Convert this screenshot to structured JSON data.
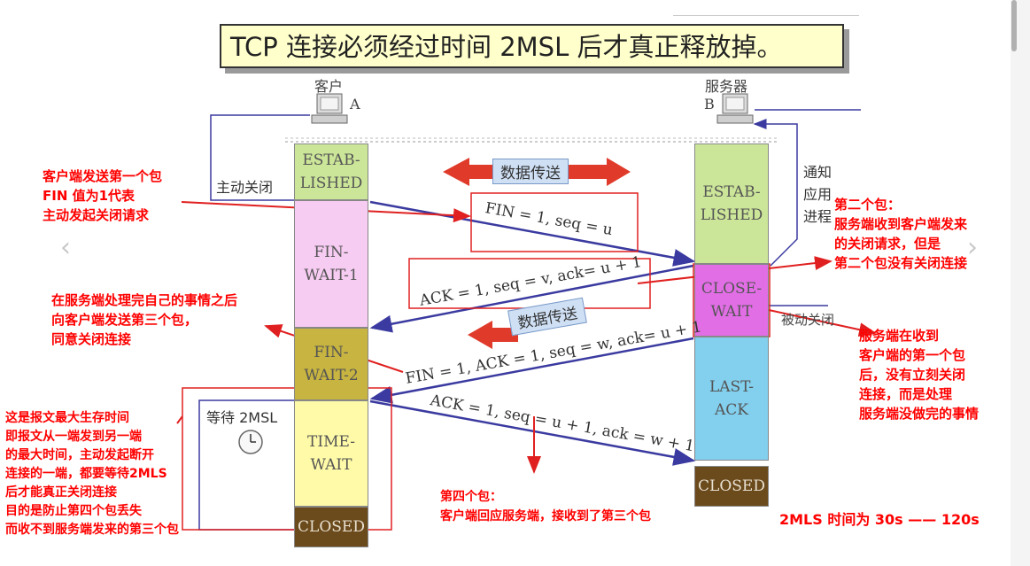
{
  "title": "TCP 连接必须经过时间 2MSL 后才真正释放掉。",
  "client": {
    "label": "客户",
    "id": "A"
  },
  "server": {
    "label": "服务器",
    "id": "B"
  },
  "client_states": [
    "ESTAB-\nLISHED",
    "FIN-\nWAIT-1",
    "FIN-\nWAIT-2",
    "TIME-\nWAIT",
    "CLOSED"
  ],
  "server_states": [
    "ESTAB-\nLISHED",
    "CLOSE-\nWAIT",
    "LAST-\nACK",
    "CLOSED"
  ],
  "active_close": "主动关闭",
  "passive_close": "被动关闭",
  "notify_process": "通知\n应用\n进程",
  "data_transfer": "数据传送",
  "wait_2msl": "等待 2MSL",
  "messages": {
    "fin1": "FIN = 1, seq = u",
    "ack1": "ACK = 1, seq = v, ack= u + 1",
    "fin2": "FIN = 1, ACK = 1, seq = w, ack= u + 1",
    "ack2": "ACK = 1, seq = u + 1, ack = w + 1"
  },
  "annotations": {
    "first_packet": "客户端发送第一个包\n FIN 值为1代表\n主动发起关闭请求",
    "second_packet": "第二个包：\n服务端收到客户端发来\n的关闭请求，但是\n第二个包没有关闭连接",
    "third_packet": "在服务端处理完自己的事情之后\n向客户端发送第三个包，\n同意关闭连接",
    "server_received": "服务端在收到\n  客户端的第一个包\n  后，没有立刻关闭\n  连接，而是处理\n  服务端没做完的事情",
    "msl_explain": "这是报文最大生存时间\n即报文从一端发到另一端\n的最大时间，主动发起断开\n连接的一端，都要等待2MLS\n后才能真正关闭连接\n目的是防止第四个包丢失\n而收不到服务端发来的第三个包",
    "fourth_packet": "第四个包：\n客户端回应服务端，接收到了第三个包",
    "msl_time": "2MLS 时间为 30s —— 120s"
  },
  "colors": {
    "established": "#cce699",
    "fin_wait1": "#f7ccf2",
    "fin_wait2": "#c8b440",
    "time_wait": "#fffaa8",
    "closed": "#6b4a1c",
    "last_ack": "#82cfee",
    "close_wait": "#e26ee6",
    "annotation": "#ff0000"
  }
}
